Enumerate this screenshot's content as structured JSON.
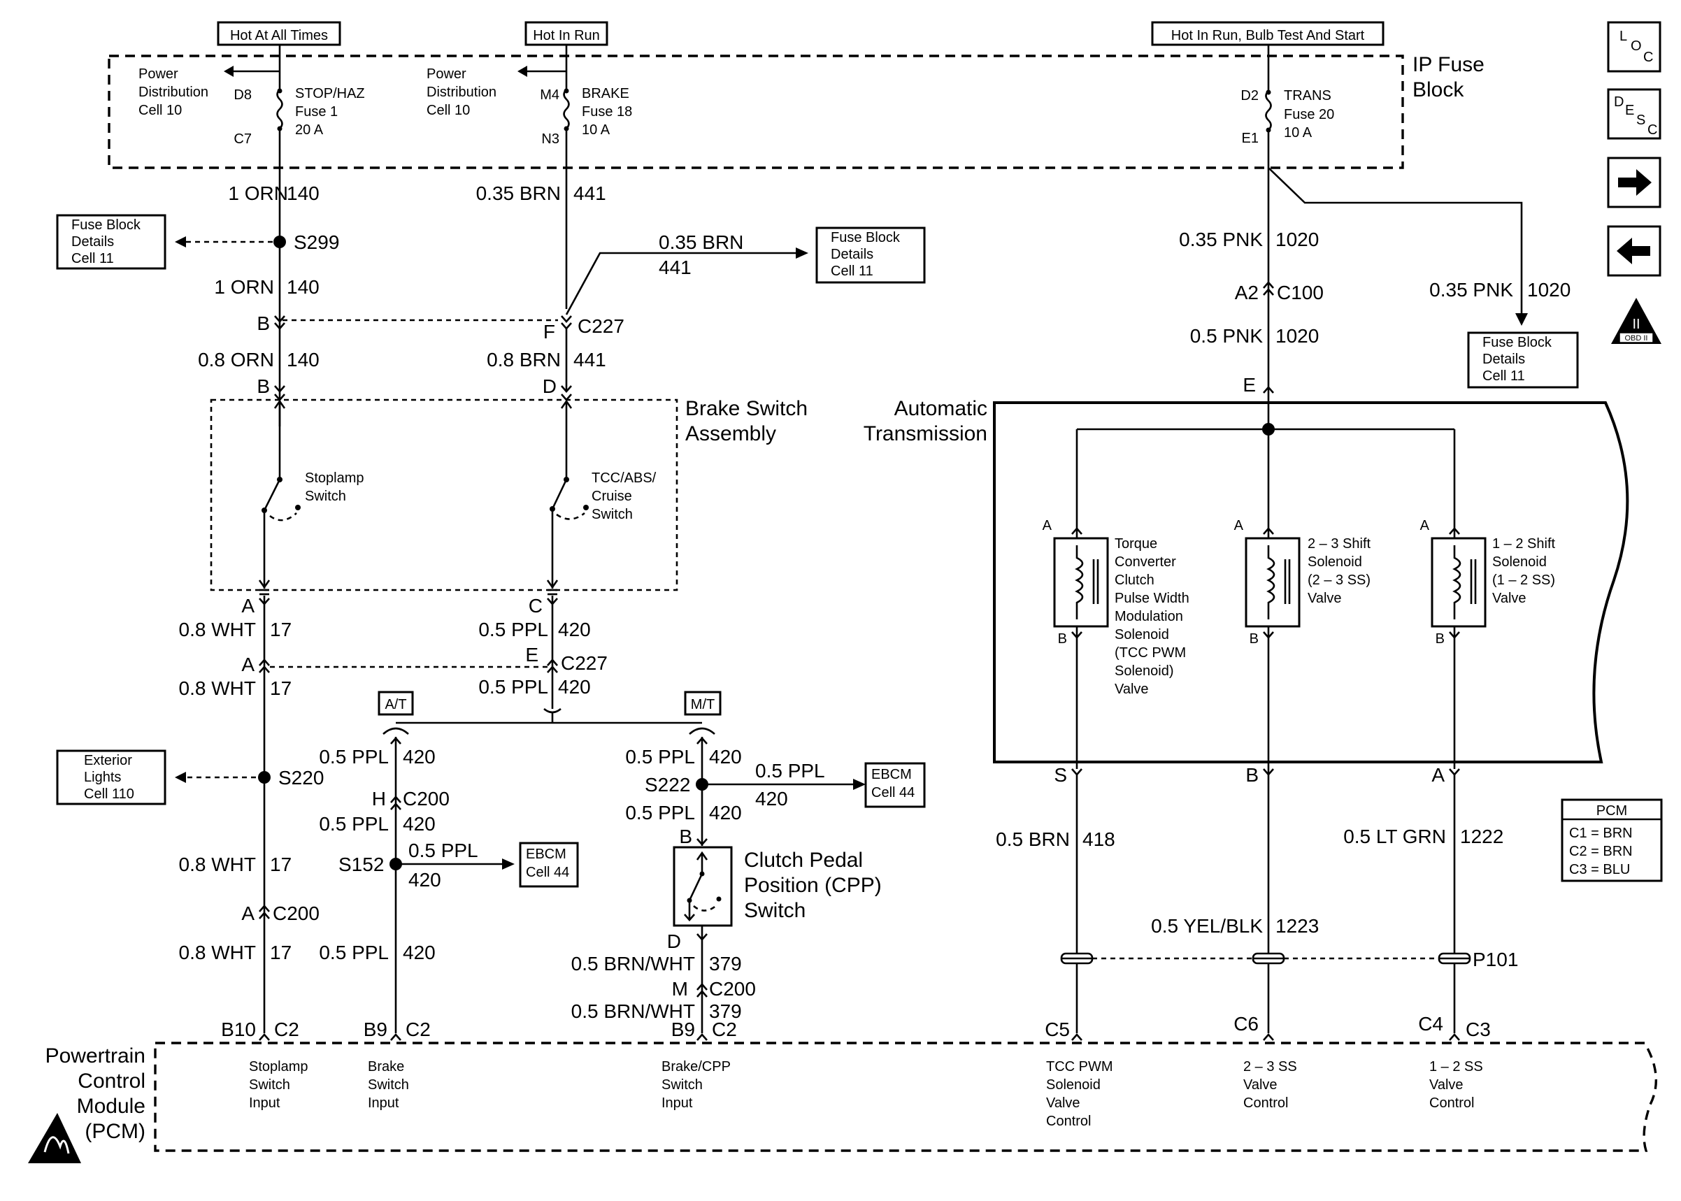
{
  "power": {
    "hot_always": "Hot At All Times",
    "hot_run": "Hot In Run",
    "hot_run_bulb": "Hot In Run, Bulb Test And Start",
    "ip_fuse_block": [
      "IP Fuse",
      "Block"
    ],
    "pdc_1": [
      "Power",
      "Distribution",
      "Cell 10"
    ],
    "pdc_2": [
      "Power",
      "Distribution",
      "Cell 10"
    ],
    "fuse1": {
      "top_pin": "D8",
      "bottom_pin": "C7",
      "lines": [
        "STOP/HAZ",
        "Fuse 1",
        "20 A"
      ]
    },
    "fuse2": {
      "top_pin": "M4",
      "bottom_pin": "N3",
      "lines": [
        "BRAKE",
        "Fuse 18",
        "10 A"
      ]
    },
    "fuse3": {
      "top_pin": "D2",
      "bottom_pin": "E1",
      "lines": [
        "TRANS",
        "Fuse 20",
        "10 A"
      ]
    }
  },
  "wires": {
    "w1_size": "1 ORN",
    "w1_circ": "140",
    "w2_size": "1 ORN",
    "w2_circ": "140",
    "w3_size": "0.8 ORN",
    "w3_circ": "140",
    "w4_size": "0.35 BRN",
    "w4_circ": "441",
    "w5_size": "0.35 BRN",
    "w5_circ": "441",
    "w6_size": "0.8 BRN",
    "w6_circ": "441",
    "w7_size": "0.8 WHT",
    "w7_circ": "17",
    "w8_size": "0.8 WHT",
    "w8_circ": "17",
    "w9_size": "0.8 WHT",
    "w9_circ": "17",
    "w10_size": "0.8 WHT",
    "w10_circ": "17",
    "w11_size": "0.5 PPL",
    "w11_circ": "420",
    "w12_size": "0.5 PPL",
    "w12_circ": "420",
    "w13_size": "0.5 PPL",
    "w13_circ": "420",
    "w14_size": "0.5 PPL",
    "w14_circ": "420",
    "w15_size": "0.5 PPL",
    "w15_circ": "420",
    "w16_size": "0.5 PPL",
    "w16_circ": "420",
    "w17_size": "0.5 PPL",
    "w17_circ": "420",
    "w18_size": "0.5 PPL",
    "w18_circ": "420",
    "w19_size": "0.5 PPL",
    "w19_circ": "420",
    "w20_size": "0.5 PPL",
    "w20_circ": "420",
    "w21_size": "0.5 BRN/WHT",
    "w21_circ": "379",
    "w22_size": "0.5 BRN/WHT",
    "w22_circ": "379",
    "w23_size": "0.35 PNK",
    "w23_circ": "1020",
    "w24_size": "0.35 PNK",
    "w24_circ": "1020",
    "w25_size": "0.5 PNK",
    "w25_circ": "1020",
    "w26_size": "0.5 BRN",
    "w26_circ": "418",
    "w27_size": "0.5 YEL/BLK",
    "w27_circ": "1223",
    "w28_size": "0.5 LT GRN",
    "w28_circ": "1222"
  },
  "splices": {
    "s299": "S299",
    "s220": "S220",
    "s152": "S152",
    "s222": "S222",
    "p101": "P101"
  },
  "connectors": {
    "c227": "C227",
    "c227b": "C227",
    "c200a": "C200",
    "c200b": "C200",
    "c200c": "C200",
    "c100": "C100",
    "pin_B1": "B",
    "pin_F": "F",
    "pin_B2": "B",
    "pin_D": "D",
    "pin_A1": "A",
    "pin_C": "C",
    "pin_A2": "A",
    "pin_E1": "E",
    "pin_H": "H",
    "pin_A3": "A",
    "pin_B3": "B",
    "pin_D2": "D",
    "pin_M": "M",
    "pin_A4": "A2",
    "pin_E2": "E",
    "pin_S": "S",
    "pin_Bt": "B",
    "pin_At": "A"
  },
  "refs": {
    "fbd1": [
      "Fuse Block",
      "Details",
      "Cell 11"
    ],
    "fbd2": [
      "Fuse Block",
      "Details",
      "Cell 11"
    ],
    "fbd3": [
      "Fuse Block",
      "Details",
      "Cell 11"
    ],
    "ext": [
      "Exterior",
      "Lights",
      "Cell 110"
    ],
    "ebcm1": [
      "EBCM",
      "Cell 44"
    ],
    "ebcm2": [
      "EBCM",
      "Cell 44"
    ]
  },
  "switches": {
    "assembly": [
      "Brake Switch",
      "Assembly"
    ],
    "stoplamp": [
      "Stoplamp",
      "Switch"
    ],
    "tcc": [
      "TCC/ABS/",
      "Cruise",
      "Switch"
    ],
    "cpp": [
      "Clutch Pedal",
      "Position (CPP)",
      "Switch"
    ]
  },
  "trans_options": {
    "at": "A/T",
    "mt": "M/T"
  },
  "transmission": {
    "title": [
      "Automatic",
      "Transmission"
    ],
    "sol1": [
      "Torque",
      "Converter",
      "Clutch",
      "Pulse Width",
      "Modulation",
      "Solenoid",
      "(TCC PWM",
      "Solenoid)",
      "Valve"
    ],
    "sol2": [
      "2 – 3 Shift",
      "Solenoid",
      "(2 – 3 SS)",
      "Valve"
    ],
    "sol3": [
      "1 – 2 Shift",
      "Solenoid",
      "(1 – 2 SS)",
      "Valve"
    ],
    "sol_pin_a": "A",
    "sol_pin_b": "B"
  },
  "pcm_legend": {
    "title": "PCM",
    "rows": [
      "C1 =  BRN",
      "C2 =  BRN",
      "C3 =  BLU"
    ]
  },
  "pcm": {
    "title": [
      "Powertrain",
      "Control",
      "Module",
      "(PCM)"
    ],
    "pins": {
      "p1": "B10",
      "p1c": "C2",
      "p2": "B9",
      "p2c": "C2",
      "p3": "B9",
      "p3c": "C2",
      "p4": "C5",
      "p5": "C6",
      "p6": "C4",
      "p6c": "C3"
    },
    "inputs": {
      "stoplamp": [
        "Stoplamp",
        "Switch",
        "Input"
      ],
      "brake": [
        "Brake",
        "Switch",
        "Input"
      ],
      "cpp": [
        "Brake/CPP",
        "Switch",
        "Input"
      ],
      "tcc": [
        "TCC PWM",
        "Solenoid",
        "Valve",
        "Control"
      ],
      "ss23": [
        "2 – 3 SS",
        "Valve",
        "Control"
      ],
      "ss12": [
        "1 – 2 SS",
        "Valve",
        "Control"
      ]
    }
  },
  "side_icons": {
    "loc": [
      "L",
      "O",
      "C"
    ],
    "desc": [
      "D",
      "E",
      "S",
      "C"
    ],
    "next": "arrow-right-icon",
    "prev": "arrow-left-icon",
    "obd": "OBD II",
    "obd_numeral": "II"
  }
}
